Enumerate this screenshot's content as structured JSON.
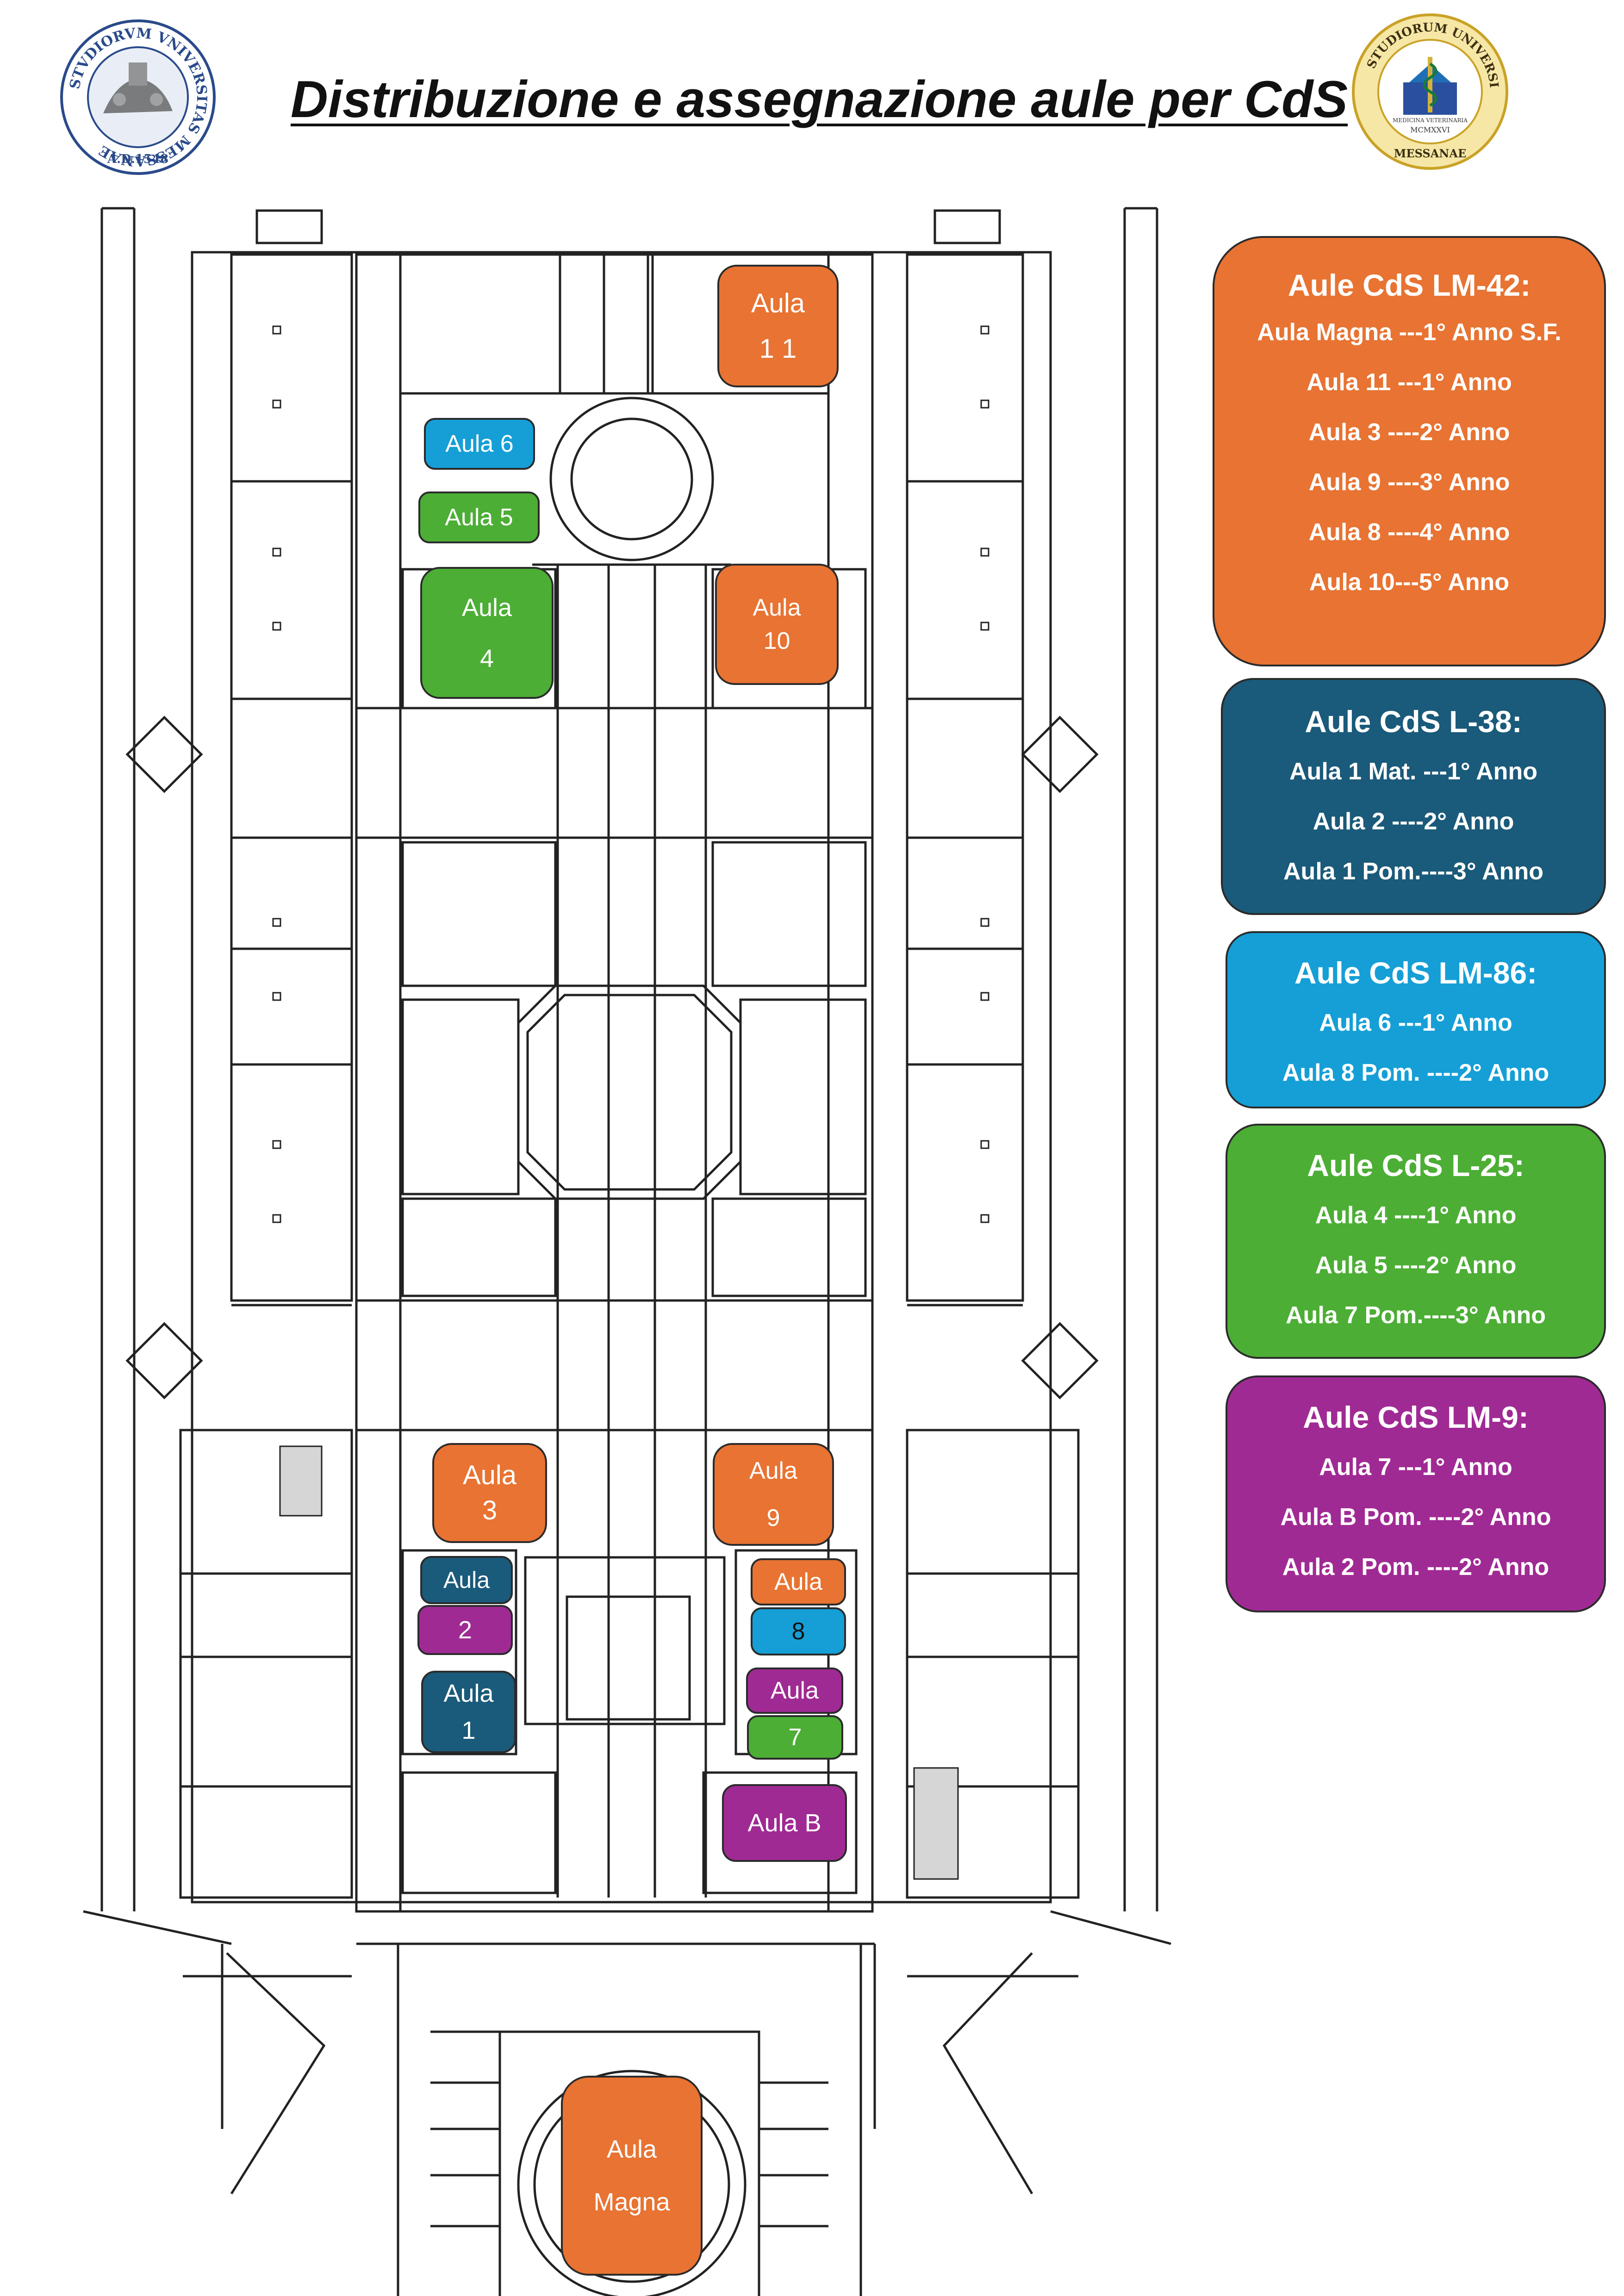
{
  "title": "Distribuzione e assegnazione aule per CdS",
  "logos": {
    "left": {
      "ring_text": "STVDIORVM VNIVERSITAS MESSANAE",
      "year": "A.D.1548"
    },
    "right": {
      "ring_text": "STUDIORUM UNIVERSITAS",
      "inner_text": "MEDICINA VETERINARIA",
      "year": "MCMXXVI",
      "bottom_text": "MESSANAE"
    }
  },
  "colors": {
    "orange": "#E87332",
    "dark_blue": "#1A5A7A",
    "light_blue": "#159FD6",
    "green": "#4CAE35",
    "purple": "#A02A94"
  },
  "rooms": {
    "aula_11": {
      "line1": "Aula",
      "line2": "1 1"
    },
    "aula_6": {
      "line1": "Aula 6"
    },
    "aula_5": {
      "line1": "Aula 5"
    },
    "aula_4": {
      "line1": "Aula",
      "line2": "4"
    },
    "aula_10": {
      "line1": "Aula",
      "line2": "10"
    },
    "aula_3": {
      "line1": "Aula",
      "line2": "3"
    },
    "aula_9": {
      "line1": "Aula",
      "line2": "9"
    },
    "aula_2_top": {
      "line1": "Aula"
    },
    "aula_2_bottom": {
      "line1": "2"
    },
    "aula_8_top": {
      "line1": "Aula"
    },
    "aula_8_bottom": {
      "line1": "8"
    },
    "aula_1": {
      "line1": "Aula",
      "line2": "1"
    },
    "aula_7_top": {
      "line1": "Aula"
    },
    "aula_7_bottom": {
      "line1": "7"
    },
    "aula_b": {
      "line1": "Aula B"
    },
    "aula_magna": {
      "line1": "Aula",
      "line2": "Magna"
    }
  },
  "legend": [
    {
      "heading": "Aule CdS LM-42:",
      "color": "orange",
      "items": [
        "Aula Magna ---1° Anno S.F.",
        "Aula 11 ---1° Anno",
        "Aula 3 ----2° Anno",
        "Aula 9 ----3° Anno",
        "Aula 8 ----4° Anno",
        "Aula 10---5° Anno"
      ]
    },
    {
      "heading": "Aule CdS L-38:",
      "color": "dark_blue",
      "items": [
        "Aula 1 Mat. ---1° Anno",
        "Aula 2 ----2° Anno",
        "Aula 1 Pom.----3° Anno"
      ]
    },
    {
      "heading": "Aule CdS LM-86:",
      "color": "light_blue",
      "items": [
        "Aula 6 ---1° Anno",
        "Aula 8 Pom. ----2° Anno"
      ]
    },
    {
      "heading": "Aule CdS L-25:",
      "color": "green",
      "items": [
        "Aula 4 ----1° Anno",
        "Aula 5 ----2° Anno",
        "Aula 7 Pom.----3° Anno"
      ]
    },
    {
      "heading": "Aule CdS LM-9:",
      "color": "purple",
      "items": [
        "Aula 7 ---1° Anno",
        "Aula B Pom. ----2° Anno",
        "Aula 2 Pom. ----2° Anno"
      ]
    }
  ]
}
